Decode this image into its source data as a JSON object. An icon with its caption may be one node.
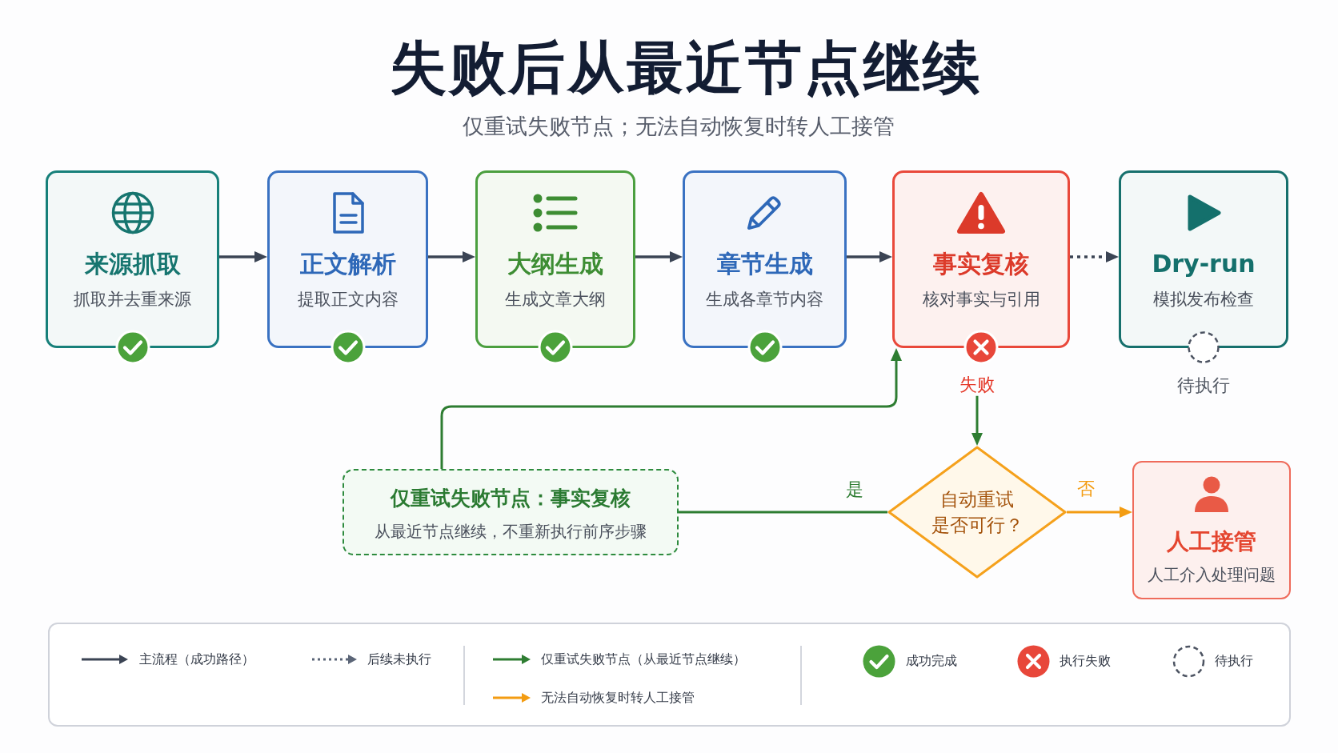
{
  "diagram": {
    "title": "失败后从最近节点继续",
    "nodes": [
      {
        "text": [
          "来源抓取",
          "抓取并去重来源"
        ]
      },
      {
        "text": [
          "正文解析",
          "提取正文内容"
        ]
      },
      {
        "text": [
          "大纲生成",
          "生成文章大纲"
        ]
      },
      {
        "text": [
          "章节生成",
          "生成各章节内容"
        ]
      },
      {
        "text": [
          "事实复核",
          "核对事实与引用"
        ]
      },
      {
        "text": [
          "Dry-run",
          "模拟发布检查"
        ],
        "beside": [
          "待执行"
        ]
      },
      {
        "text": [
          "失败"
        ]
      },
      {
        "text": [
          "仅重试失败节点：事实复核",
          "从最近节点继续，不重新执行前序步骤"
        ]
      },
      {
        "text": [
          "自动重试是否可行？"
        ]
      },
      {
        "text": [
          "人工接管",
          "人工介入处理问题"
        ]
      }
    ],
    "edges": [
      {
        "from": 0,
        "to": 1,
        "arrow": "to"
      },
      {
        "from": 1,
        "to": 2,
        "arrow": "to"
      },
      {
        "from": 2,
        "to": 3,
        "arrow": "to"
      },
      {
        "from": 3,
        "to": 4,
        "arrow": "to"
      },
      {
        "from": 4,
        "to": 5,
        "arrow": "to",
        "style": "dashed"
      },
      {
        "from": 6,
        "to": 8,
        "arrow": "to",
        "color": "#2e7d32"
      },
      {
        "from": 8,
        "to": 7,
        "arrow": "none",
        "label": "是",
        "color": "#2e7d32"
      },
      {
        "from": 7,
        "to": 4,
        "arrow": "to",
        "color": "#2e7d32"
      },
      {
        "from": 8,
        "to": 9,
        "arrow": "to",
        "label": "否",
        "color": "#f39c12"
      }
    ],
    "labels": [
      "仅重试失败节点；无法自动恢复时转人工接管"
    ],
    "legend": [
      {
        "text": "主流程（成功路径）"
      },
      {
        "text": "后续未执行"
      },
      {
        "text": "仅重试失败节点（从最近节点继续）"
      },
      {
        "text": "无法自动恢复时转人工接管"
      },
      {
        "text": "成功完成"
      },
      {
        "text": "执行失败"
      },
      {
        "text": "待执行"
      }
    ]
  }
}
